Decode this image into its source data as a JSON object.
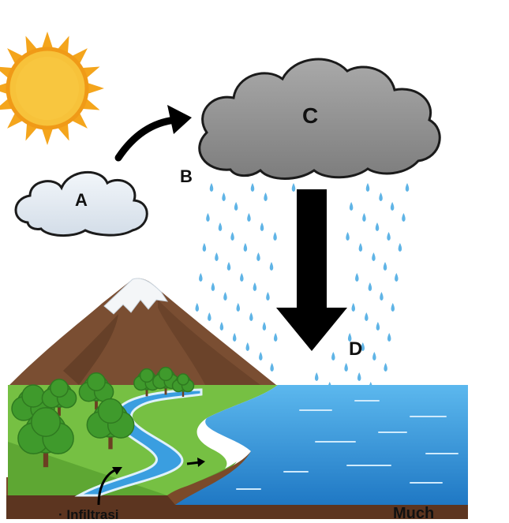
{
  "labels": {
    "a": "A",
    "b": "B",
    "c": "C",
    "d": "D",
    "infiltrasi": "Infiltrasi",
    "much": "Much"
  },
  "colors": {
    "sun_core": "#f7c23a",
    "sun_rays": "#f4a51c",
    "cloud_dark": "#8e8e8e",
    "cloud_light": "#e4ecf4",
    "rain": "#5fb4e6",
    "mountain": "#7a4e32",
    "snow": "#f4f6f8",
    "grass": "#76c043",
    "river": "#3a9ee0",
    "lake": "#2f8fd8",
    "soil": "#7b4a2a",
    "arrow": "#000000"
  }
}
